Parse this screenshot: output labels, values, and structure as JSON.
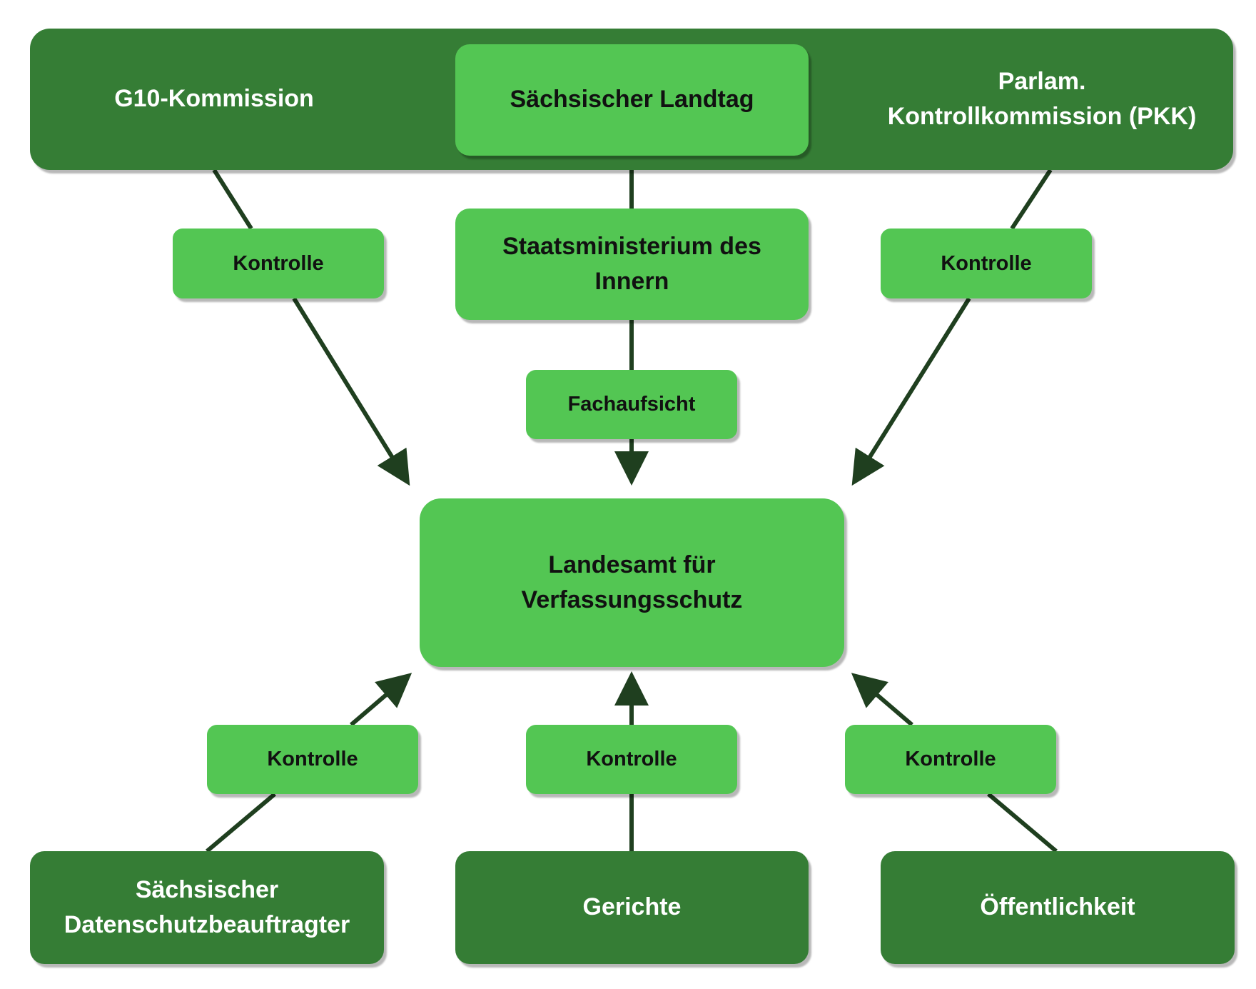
{
  "top_bar": {
    "left": "G10-Kommission",
    "center": "Sächsischer Landtag",
    "right_line1": "Parlam.",
    "right_line2": "Kontrollkommission (PKK)"
  },
  "ministry": {
    "line1": "Staatsministerium des",
    "line2": "Innern"
  },
  "labels": {
    "kontrolle_top_left": "Kontrolle",
    "kontrolle_top_right": "Kontrolle",
    "fachaufsicht": "Fachaufsicht",
    "kontrolle_bottom_left": "Kontrolle",
    "kontrolle_bottom_center": "Kontrolle",
    "kontrolle_bottom_right": "Kontrolle"
  },
  "center": {
    "line1": "Landesamt für",
    "line2": "Verfassungsschutz"
  },
  "bottom": {
    "left_line1": "Sächsischer",
    "left_line2": "Datenschutzbeauftragter",
    "center": "Gerichte",
    "right": "Öffentlichkeit"
  },
  "colors": {
    "dark": "#357d35",
    "light": "#53c653",
    "line": "#1f3f1f"
  }
}
